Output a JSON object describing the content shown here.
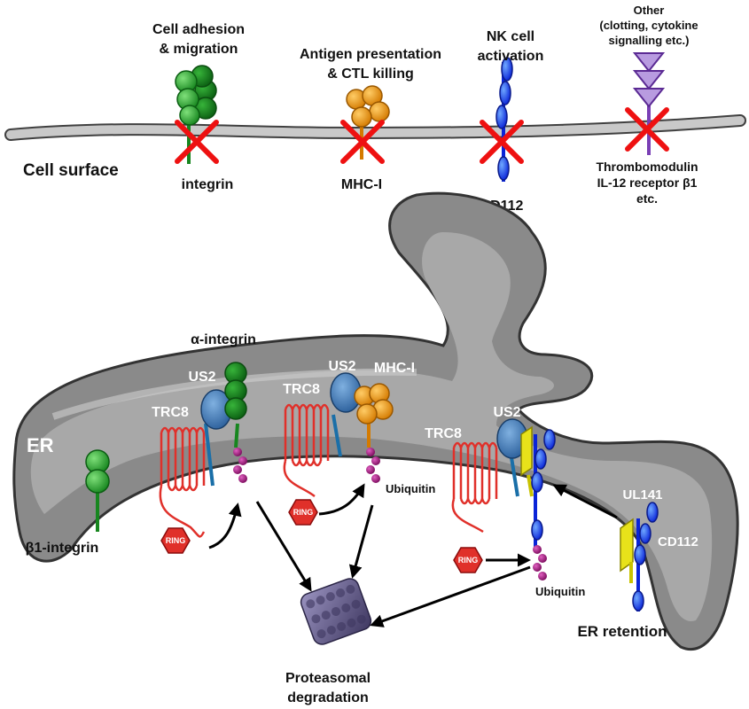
{
  "surface": {
    "cell_surface": "Cell surface",
    "functions": {
      "adhesion_1": "Cell adhesion",
      "adhesion_2": "& migration",
      "antigen_1": "Antigen presentation",
      "antigen_2": "& CTL killing",
      "nk_1": "NK cell",
      "nk_2": "activation",
      "other_1": "Other",
      "other_2": "(clotting, cytokine",
      "other_3": "signalling etc.)"
    },
    "proteins": {
      "integrin": "integrin",
      "mhc": "MHC-I",
      "cd112": "CD112",
      "other_1": "Thrombomodulin",
      "other_2": "IL-12 receptor β1",
      "other_3": "etc."
    }
  },
  "er": {
    "er": "ER",
    "alpha_integrin": "α-integrin",
    "beta1_integrin": "β1-integrin",
    "us2_a": "US2",
    "us2_b": "US2",
    "us2_c": "US2",
    "trc8_a": "TRC8",
    "trc8_b": "TRC8",
    "trc8_c": "TRC8",
    "mhc": "MHC-I",
    "ring_a": "RING",
    "ring_b": "RING",
    "ring_c": "RING",
    "ubiquitin_a": "Ubiquitin",
    "ubiquitin_b": "Ubiquitin",
    "ul141": "UL141",
    "cd112": "CD112",
    "er_retention": "ER retention",
    "proteasomal_1": "Proteasomal",
    "proteasomal_2": "degradation"
  },
  "colors": {
    "integrin": "#1f9e2a",
    "mhc": "#f39c12",
    "cd112": "#1e3cff",
    "other": "#7a3fb5",
    "us2": "#3a78b8",
    "trc8": "#e0302a",
    "ubiquitin": "#a0127a",
    "ul141": "#e8e21a",
    "proteasome": "#5b5480",
    "er": "#8c8c8c"
  }
}
